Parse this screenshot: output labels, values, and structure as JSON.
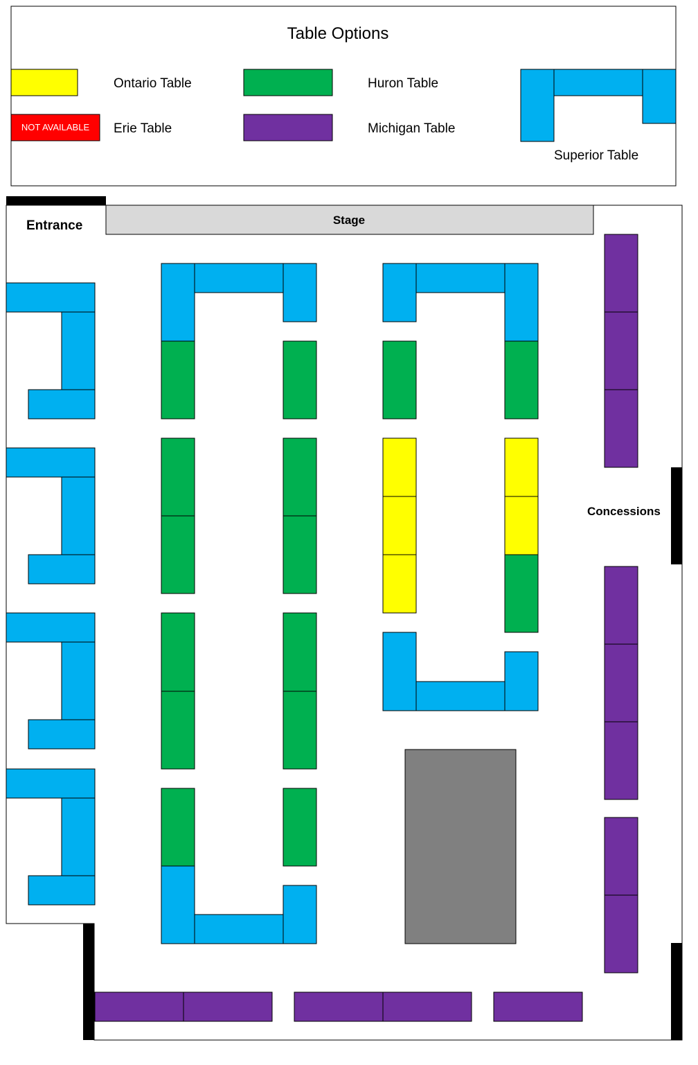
{
  "legend": {
    "title": "Table Options",
    "ontario_label": "Ontario Table",
    "erie_label": "Erie Table",
    "erie_badge": "NOT AVAILABLE",
    "huron_label": "Huron Table",
    "michigan_label": "Michigan Table",
    "superior_label": "Superior Table"
  },
  "floor": {
    "entrance_label": "Entrance",
    "stage_label": "Stage",
    "concessions_label": "Concessions"
  },
  "colors": {
    "ontario": "#ffff00",
    "erie": "#ff0000",
    "huron": "#00b050",
    "michigan": "#7030a0",
    "superior": "#00b0f0",
    "stage": "#d9d9d9",
    "reserved_block": "#808080",
    "wall": "#000000"
  }
}
